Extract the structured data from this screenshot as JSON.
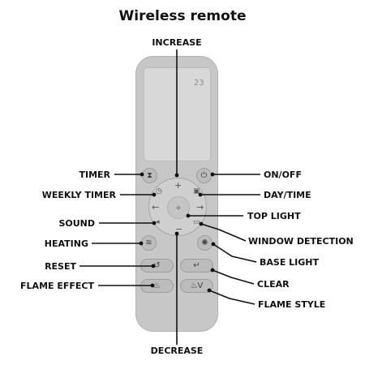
{
  "title": "Wireless remote",
  "labels": {
    "increase": "INCREASE",
    "decrease": "DECREASE",
    "timer": "TIMER",
    "weekly_timer": "WEEKLY TIMER",
    "sound": "SOUND",
    "heating": "HEATING",
    "reset": "RESET",
    "flame_effect": "FLAME EFFECT",
    "on_off": "ON/OFF",
    "day_time": "DAY/TIME",
    "top_light": "TOP LIGHT",
    "window_detection": "WINDOW DETECTION",
    "base_light": "BASE LIGHT",
    "clear": "CLEAR",
    "flame_style": "FLAME STYLE"
  },
  "display": {
    "digits": "23"
  },
  "icons": {
    "timer": "hourglass-icon",
    "on_off": "power-icon",
    "weekly_timer": "calendar-clock-icon",
    "day_time": "day-time-icon",
    "increase": "plus-icon",
    "decrease": "minus-icon",
    "left": "arrow-left-icon",
    "right": "arrow-right-icon",
    "sound": "speaker-icon",
    "top_light": "top-light-icon",
    "heating": "heat-waves-icon",
    "base_light": "bulb-icon",
    "reset": "reset-icon",
    "clear": "clear-arrow-icon",
    "flame_effect": "flame-icon",
    "flame_style": "flame-style-icon"
  }
}
